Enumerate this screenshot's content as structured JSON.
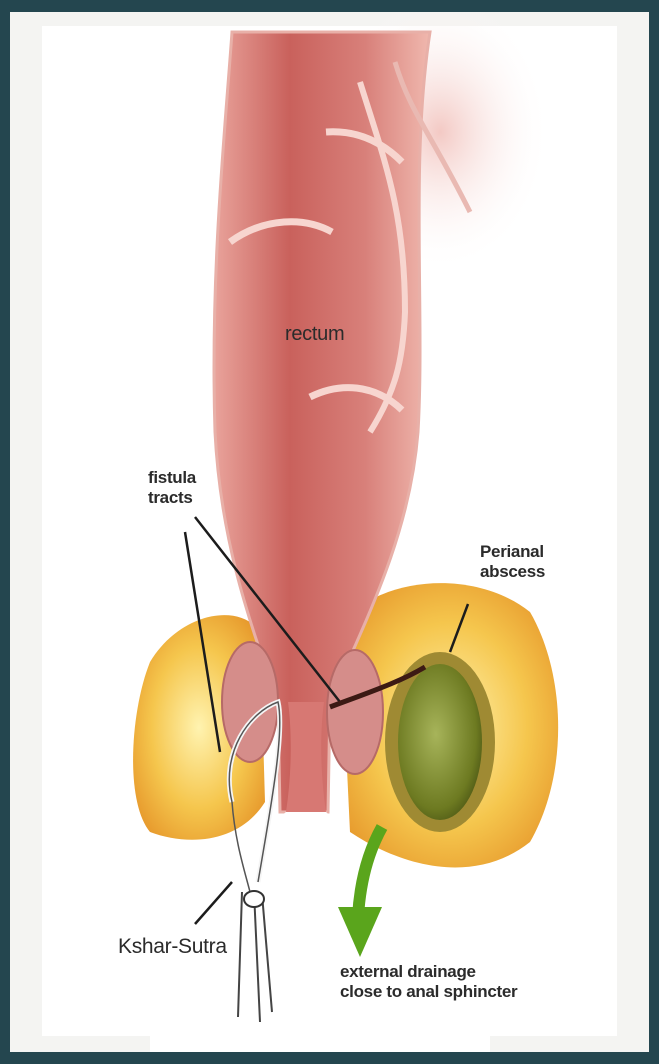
{
  "diagram": {
    "labels": {
      "rectum": "rectum",
      "fistula_tracts": "fistula\ntracts",
      "perianal_abscess": "Perianal\nabscess",
      "kshar_sutra": "Kshar-Sutra",
      "external_drainage": "external drainage\nclose to anal sphincter"
    },
    "colors": {
      "frame_border": "#24464f",
      "rectum_wall": "#d97d78",
      "rectum_inner": "#c45a57",
      "fat": "#f2c14e",
      "abscess": "#7f8f2c",
      "arrow": "#5aa51c"
    },
    "icons": [
      "thread-loop-icon",
      "drainage-arrow-icon"
    ]
  }
}
